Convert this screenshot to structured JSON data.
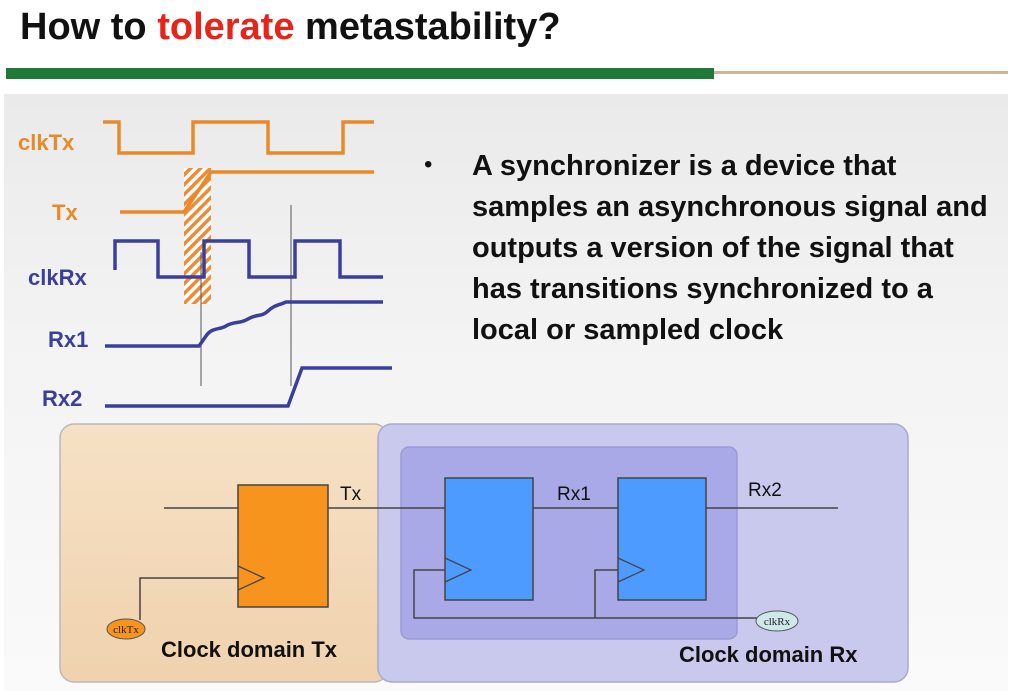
{
  "title": {
    "pre": "How to ",
    "accent": "tolerate",
    "post": " metastability?"
  },
  "colors": {
    "accent": "#e8231a",
    "green_bar": "#1f7a3a",
    "tx_signal": "#e8892a",
    "rx_signal": "#3b3f9c",
    "flop_tx": "#f7941d",
    "flop_rx": "#4e9bff"
  },
  "waveforms": {
    "labels": {
      "clkTx": "clkTx",
      "Tx": "Tx",
      "clkRx": "clkRx",
      "Rx1": "Rx1",
      "Rx2": "Rx2"
    }
  },
  "bullet": {
    "marker": "•",
    "text": "A synchronizer is a device that samples an asynchronous signal and outputs a version of the signal that has transitions synchronized to a local or sampled clock"
  },
  "circuit": {
    "wires": {
      "tx": "Tx",
      "rx1": "Rx1",
      "rx2": "Rx2"
    },
    "clocks": {
      "tx": "clkTx",
      "rx": "clkRx"
    },
    "domains": {
      "tx": "Clock domain Tx",
      "rx": "Clock domain Rx"
    }
  }
}
